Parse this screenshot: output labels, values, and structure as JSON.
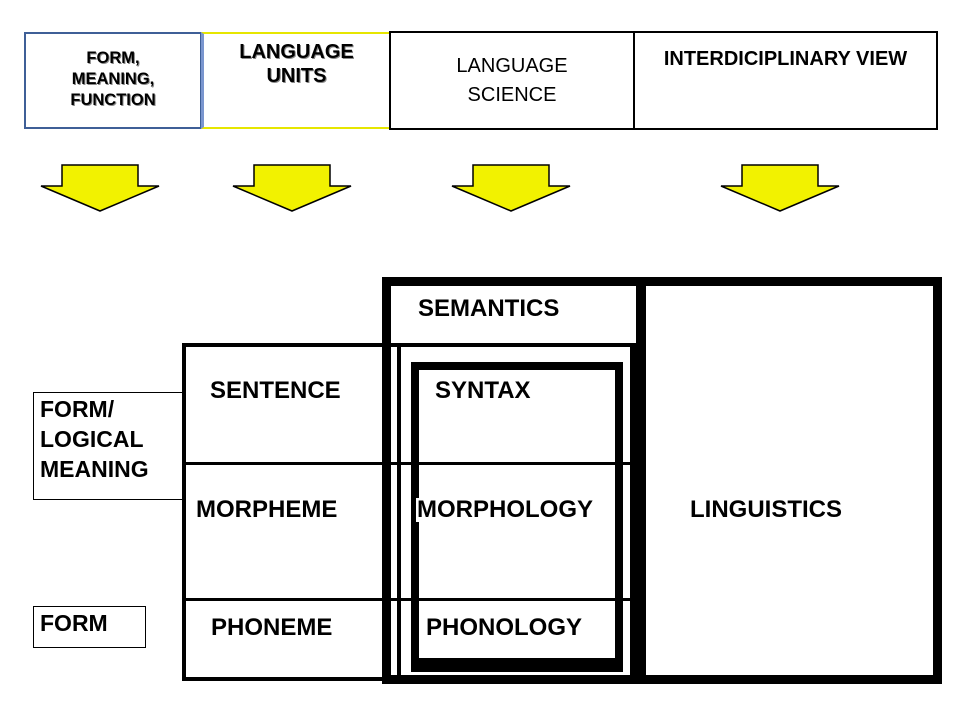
{
  "header": {
    "boxes": [
      {
        "label": "FORM,\nMEANING,\nFUNCTION"
      },
      {
        "label": "LANGUAGE\nUNITS"
      },
      {
        "label": "LANGUAGE\nSCIENCE"
      },
      {
        "label": "INTERDICIPLINARY VIEW"
      }
    ]
  },
  "arrows": {
    "color": "#f2f200",
    "count": 4
  },
  "diagram": {
    "side_labels": {
      "form_logical_meaning": "FORM/\nLOGICAL\nMEANING",
      "form": "FORM"
    },
    "units": {
      "sentence": "SENTENCE",
      "morpheme": "MORPHEME",
      "phoneme": "PHONEME"
    },
    "sciences": {
      "semantics": "SEMANTICS",
      "syntax": "SYNTAX",
      "morphology": "MORPHOLOGY",
      "phonology": "PHONOLOGY"
    },
    "interdisciplinary": {
      "linguistics": "LINGUISTICS"
    }
  }
}
